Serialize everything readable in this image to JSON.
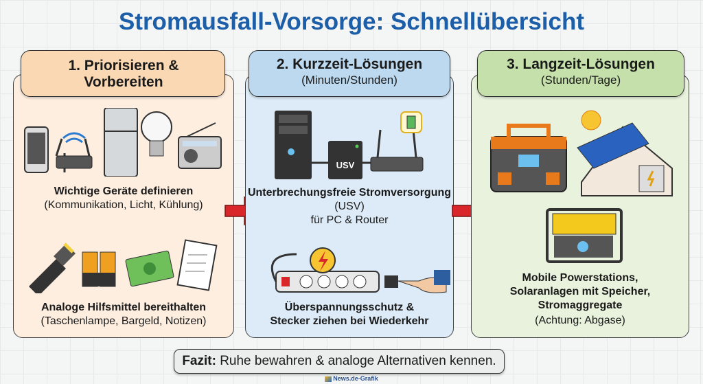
{
  "title": "Stromausfall-Vorsorge: Schnellübersicht",
  "panels": [
    {
      "title": "1. Priorisieren & Vorbereiten",
      "blocks": [
        {
          "heading": "Wichtige Geräte definieren",
          "sub": "(Kommunikation, Licht, Kühlung)"
        },
        {
          "heading": "Analoge Hilfsmittel bereithalten",
          "sub": "(Taschenlampe, Bargeld, Notizen)"
        }
      ]
    },
    {
      "title": "2. Kurzzeit-Lösungen",
      "subtitle": "(Minuten/Stunden)",
      "blocks": [
        {
          "heading": "Unterbrechungsfreie Stromversorgung",
          "heading_suffix": " (USV)",
          "sub": "für PC & Router",
          "usv_label": "USV"
        },
        {
          "heading": "Überspannungsschutz & Stecker ziehen bei Wiederkehr"
        }
      ]
    },
    {
      "title": "3. Langzeit-Lösungen",
      "subtitle": "(Stunden/Tage)",
      "blocks": [
        {
          "heading": "Mobile Powerstations, Solaranlagen mit Speicher, Stromaggregate",
          "sub": "(Achtung: Abgase)"
        }
      ]
    }
  ],
  "fazit": {
    "label": "Fazit:",
    "text": " Ruhe bewahren & analoge Alternativen kennen."
  },
  "credit": "News.de-Grafik",
  "colors": {
    "title": "#1d5ea8",
    "arrow": "#d9262a",
    "panel1": "#f9d8b3",
    "panel2": "#bcd9ef",
    "panel3": "#c5e0aa"
  }
}
